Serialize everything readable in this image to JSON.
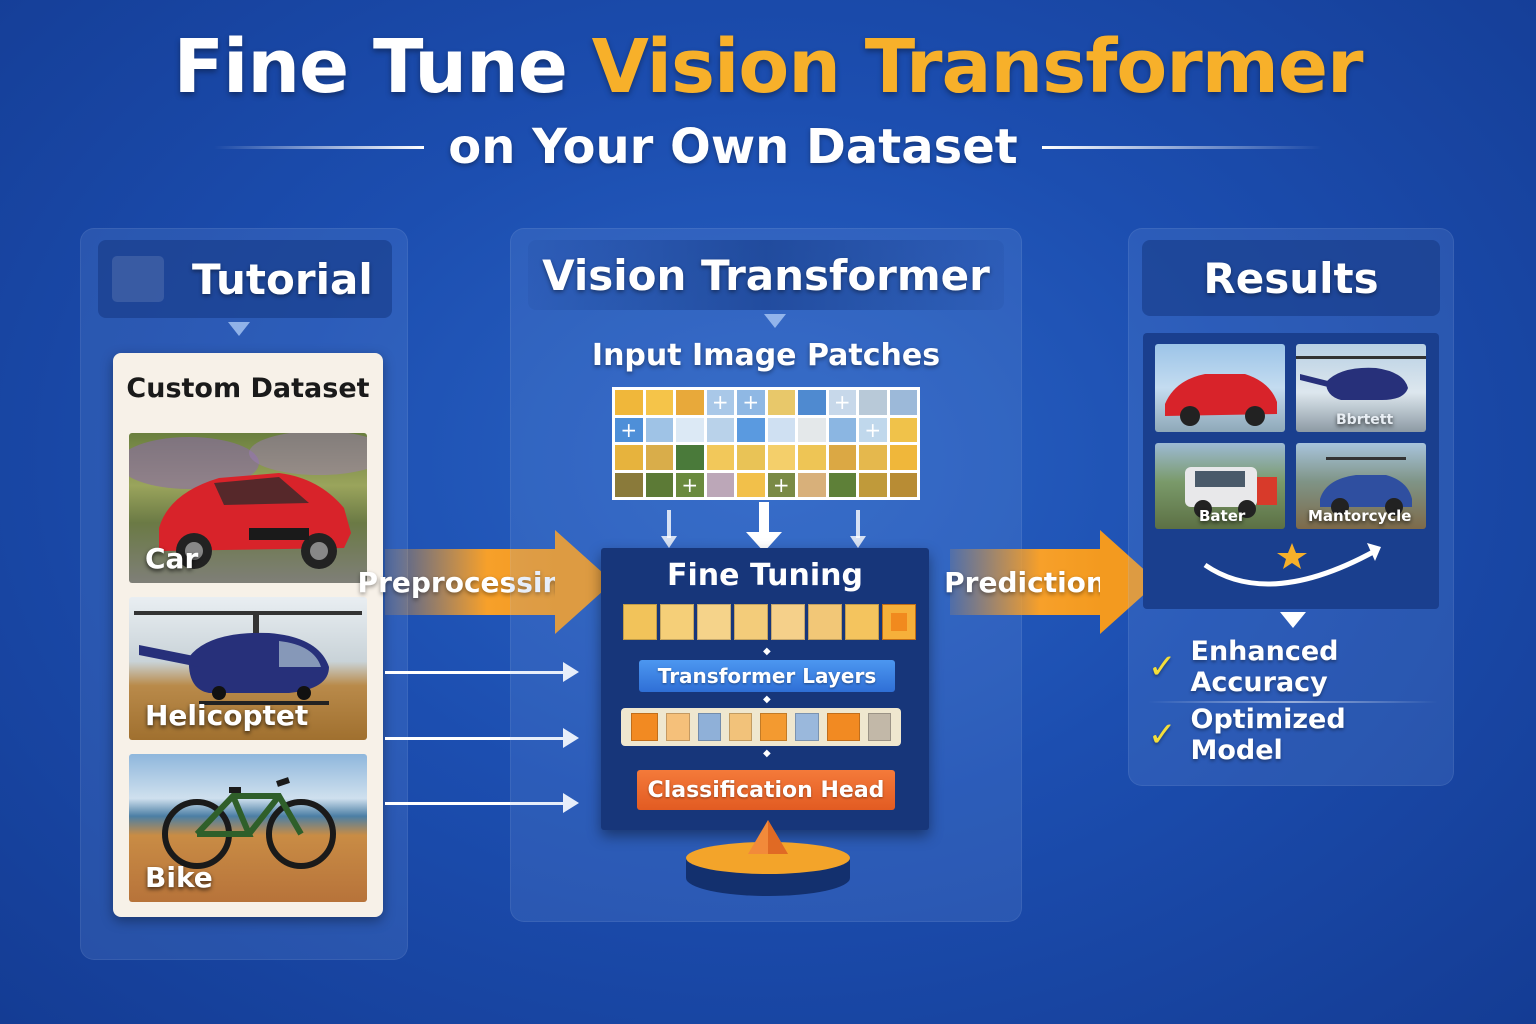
{
  "header": {
    "title_part1": "Fine Tune",
    "title_part2": "Vision Transformer",
    "subtitle": "on Your Own Dataset"
  },
  "tutorial": {
    "heading": "Tutorial",
    "card_title": "Custom Dataset",
    "items": [
      {
        "label": "Car"
      },
      {
        "label": "Helicoptet"
      },
      {
        "label": "Bike"
      }
    ]
  },
  "vit": {
    "heading": "Vision Transformer",
    "patches_label": "Input Image Patches",
    "fine_tuning_label": "Fine Tuning",
    "transformer_layers_label": "Transformer Layers",
    "classification_head_label": "Classification Head"
  },
  "arrows": {
    "preprocessing": "Preprocessing",
    "prediction": "Prediction"
  },
  "results": {
    "heading": "Results",
    "thumbs": [
      {
        "label": ""
      },
      {
        "label": "Bbrtett"
      },
      {
        "label": "Bater"
      },
      {
        "label": "Mantorcycle"
      }
    ],
    "benefits": [
      "Enhanced Accuracy",
      "Optimized Model"
    ]
  },
  "colors": {
    "accent_orange": "#f7b02a",
    "background_blue": "#1c4eb0",
    "check_yellow": "#f4de3a"
  },
  "icons": [
    "check-icon",
    "star-icon",
    "curved-arrow-icon"
  ]
}
